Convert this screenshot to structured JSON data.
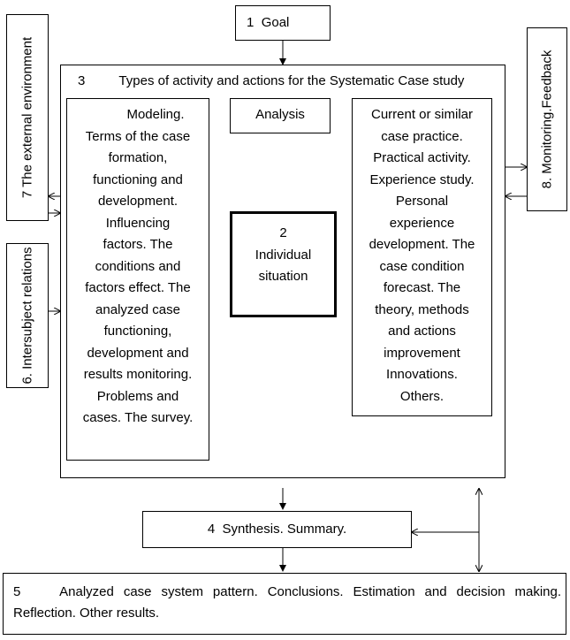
{
  "goal": {
    "number": "1",
    "label": "Goal"
  },
  "main": {
    "number": "3",
    "title": "Types of activity and actions for the Systematic Case study"
  },
  "analysis": {
    "label": "Analysis"
  },
  "modeling": {
    "lines": [
      "Modeling.",
      "Terms of the case",
      "formation,",
      "functioning and",
      "development.",
      "Influencing",
      "factors. The",
      "conditions and",
      "factors effect. The",
      "analyzed case",
      "functioning,",
      "development and",
      "results monitoring.",
      "Problems and",
      "cases. The survey."
    ]
  },
  "practice": {
    "lines": [
      "Current or similar",
      "case practice.",
      "Practical activity.",
      "Experience study.",
      "Personal",
      "experience",
      "development. The",
      "case condition",
      "forecast. The",
      "theory, methods",
      "and actions",
      "improvement",
      "Innovations.",
      "Others."
    ]
  },
  "situation": {
    "number": "2",
    "lines": [
      "Individual",
      "situation"
    ]
  },
  "external": {
    "label": "7  The external environment"
  },
  "intersubject": {
    "label": "6. Intersubject relations"
  },
  "monitoring": {
    "label": "8. Monitoring.Feedback"
  },
  "synthesis": {
    "number": "4",
    "label": "Synthesis. Summary."
  },
  "result": {
    "number": "5",
    "line1": "Analyzed case system pattern. Conclusions. Estimation and decision making.",
    "line2": "Reflection. Other results."
  }
}
